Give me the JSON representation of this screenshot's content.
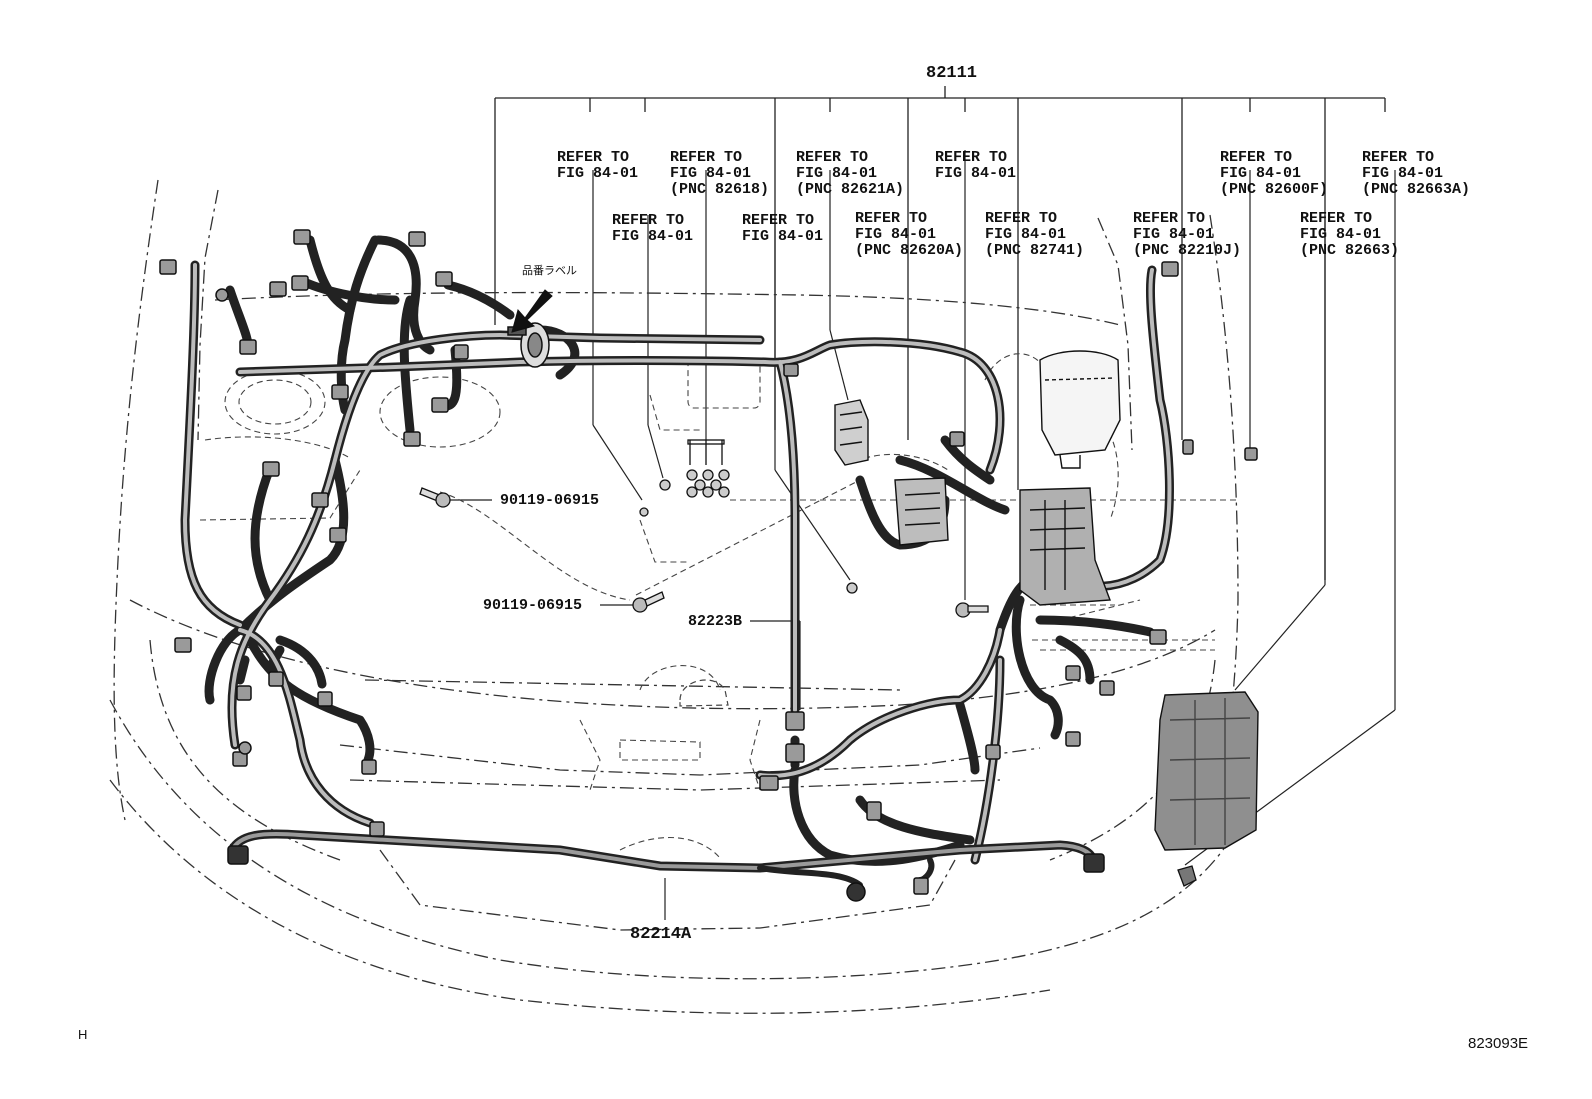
{
  "title_part": "82111",
  "refers": [
    {
      "id": "r1",
      "lines": [
        "REFER TO",
        "FIG 84-01"
      ]
    },
    {
      "id": "r2",
      "lines": [
        "REFER TO",
        "FIG 84-01",
        "(PNC 82618)"
      ]
    },
    {
      "id": "r3",
      "lines": [
        "REFER TO",
        "FIG 84-01",
        "(PNC 82621A)"
      ]
    },
    {
      "id": "r4",
      "lines": [
        "REFER TO",
        "FIG 84-01"
      ]
    },
    {
      "id": "r5",
      "lines": [
        "REFER TO",
        "FIG 84-01",
        "(PNC 82600F)"
      ]
    },
    {
      "id": "r6",
      "lines": [
        "REFER TO",
        "FIG 84-01",
        "(PNC 82663A)"
      ]
    },
    {
      "id": "r7",
      "lines": [
        "REFER TO",
        "FIG 84-01"
      ]
    },
    {
      "id": "r8",
      "lines": [
        "REFER TO",
        "FIG 84-01"
      ]
    },
    {
      "id": "r9",
      "lines": [
        "REFER TO",
        "FIG 84-01",
        "(PNC 82620A)"
      ]
    },
    {
      "id": "r10",
      "lines": [
        "REFER TO",
        "FIG 84-01",
        "(PNC 82741)"
      ]
    },
    {
      "id": "r11",
      "lines": [
        "REFER TO",
        "FIG 84-01",
        "(PNC 82210J)"
      ]
    },
    {
      "id": "r12",
      "lines": [
        "REFER TO",
        "FIG 84-01",
        "(PNC 82663)"
      ]
    }
  ],
  "parts": {
    "bolt_upper": "90119-06915",
    "bolt_lower": "90119-06915",
    "sub_harness": "82223B",
    "front_harness": "82214A"
  },
  "label_note": "品番ラベル",
  "corner_left": "H",
  "figure_code": "823093E"
}
